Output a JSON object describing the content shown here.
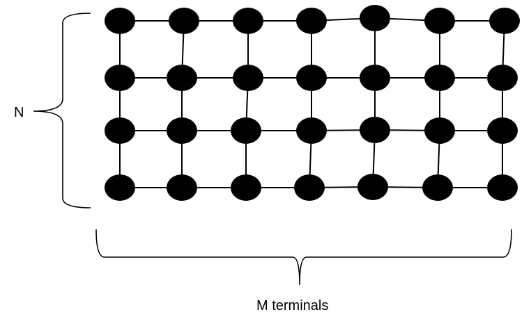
{
  "labels": {
    "rows": "N",
    "columns": "M terminals"
  },
  "grid": {
    "rows": 4,
    "columns": 7
  },
  "colors": {
    "node": "#000000",
    "edge": "#000000",
    "background": "#ffffff"
  }
}
